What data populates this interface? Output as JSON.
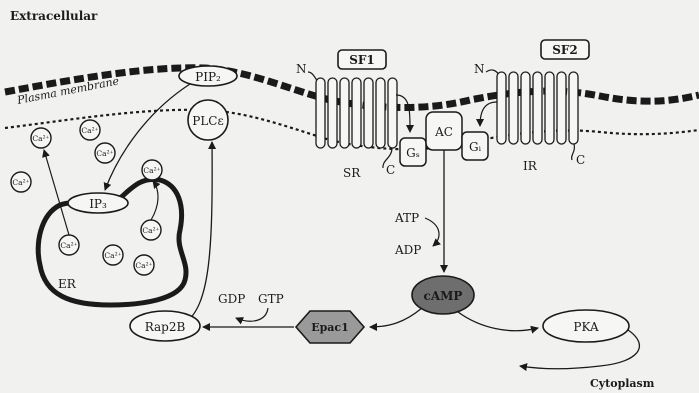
{
  "regions": {
    "extracellular": "Extracellular",
    "membrane": "Plasma membrane",
    "cytoplasm": "Cytoplasm"
  },
  "receptors": {
    "sf1": "SF1",
    "sf2": "SF2",
    "sr": "SR",
    "ir": "IR",
    "n_terminus": "N",
    "c_terminus": "C"
  },
  "molecules": {
    "pip2": "PIP₂",
    "plce": "PLCε",
    "ip3": "IP₃",
    "ca": "Ca²⁺",
    "er": "ER",
    "gs": "Gₛ",
    "gi": "Gᵢ",
    "ac": "AC",
    "atp": "ATP",
    "adp": "ADP",
    "camp": "cAMP",
    "pka": "PKA",
    "epac1": "Epac1",
    "rap2b": "Rap2B",
    "gdp": "GDP",
    "gtp": "GTP"
  },
  "colors": {
    "ink": "#1a1a1a",
    "background": "#f1f2f0",
    "camp_fill": "#6e6e6e",
    "epac_fill": "#9a9a9a"
  }
}
